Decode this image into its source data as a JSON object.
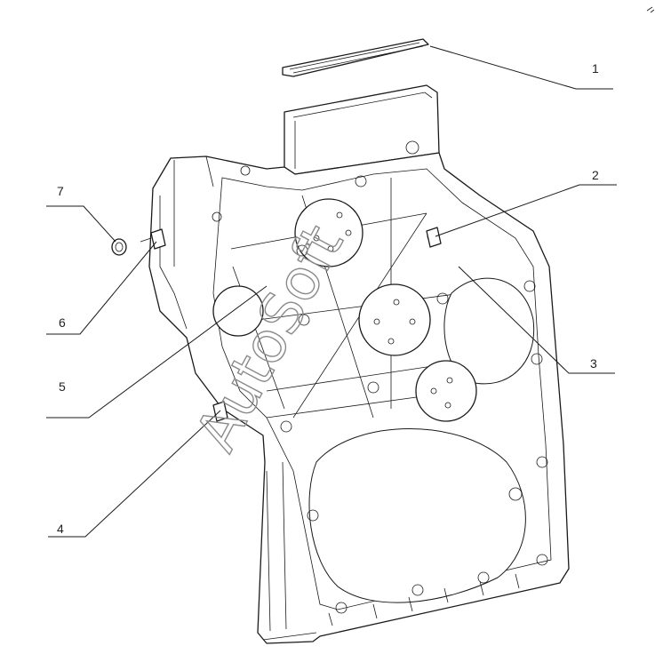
{
  "callouts": [
    {
      "id": "1",
      "label": "1"
    },
    {
      "id": "2",
      "label": "2"
    },
    {
      "id": "3",
      "label": "3"
    },
    {
      "id": "4",
      "label": "4"
    },
    {
      "id": "5",
      "label": "5"
    },
    {
      "id": "6",
      "label": "6"
    },
    {
      "id": "7",
      "label": "7"
    }
  ],
  "watermark": "AutoSoft"
}
